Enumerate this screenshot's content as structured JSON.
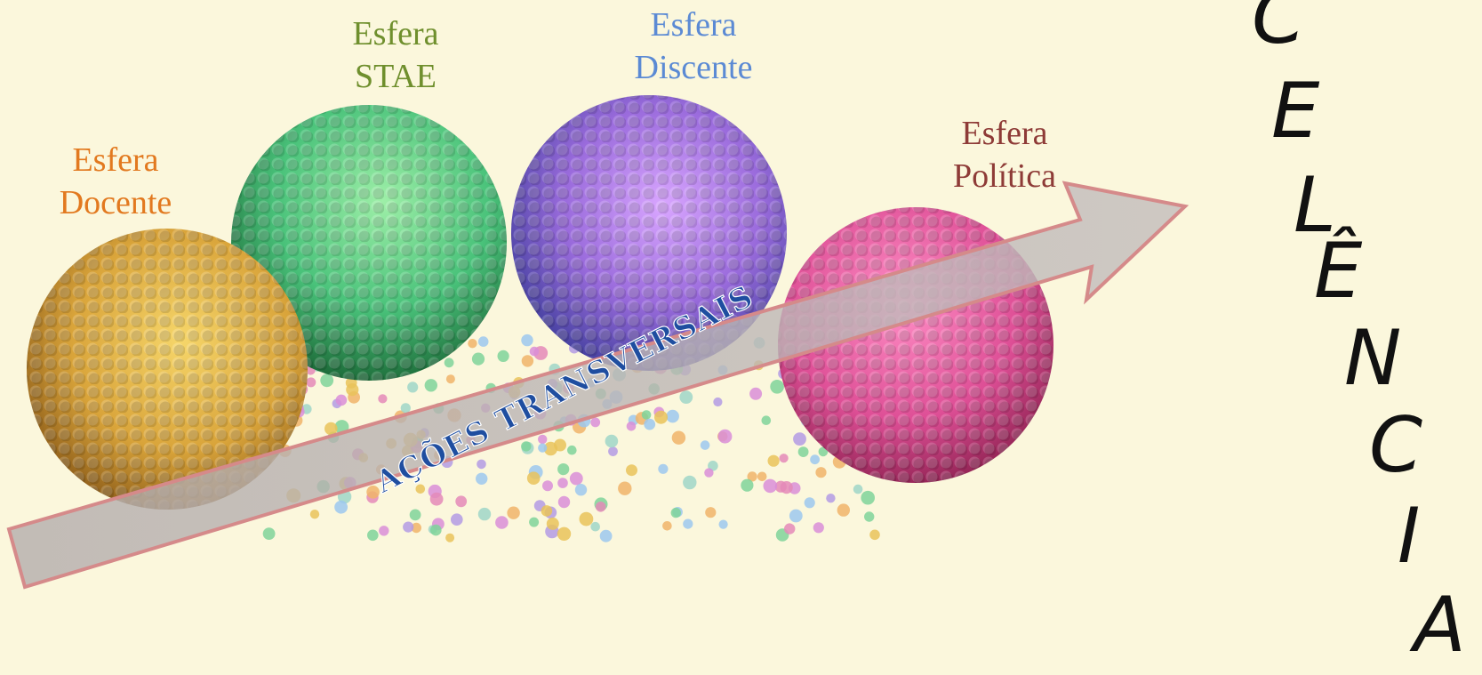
{
  "colors": {
    "background": "#fbf7dc",
    "docente": "#e2791f",
    "stae": "#6f8f2d",
    "discente": "#5b8ad4",
    "politica": "#8e3b37",
    "arrow_fill": "#b9b1b1",
    "arrow_stroke": "#d58a8a",
    "arrow_text": "#1f4ea0"
  },
  "spheres": [
    {
      "name": "Esfera Docente",
      "line1": "Esfera",
      "line2": "Docente"
    },
    {
      "name": "Esfera STAE",
      "line1": "Esfera",
      "line2": "STAE"
    },
    {
      "name": "Esfera Discente",
      "line1": "Esfera",
      "line2": "Discente"
    },
    {
      "name": "Esfera Política",
      "line1": "Esfera",
      "line2": "Política"
    }
  ],
  "arrow_label": "AÇÕES TRANSVERSAIS",
  "vertical_word_letters": [
    "C",
    "E",
    "L",
    "Ê",
    "N",
    "C",
    "I",
    "A"
  ]
}
